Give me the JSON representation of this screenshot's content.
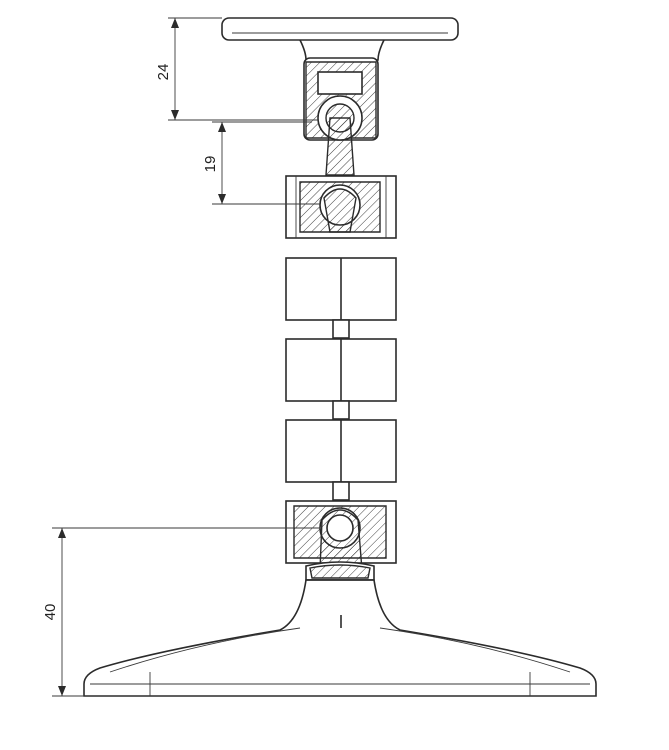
{
  "dimensions": {
    "top": "24",
    "middle": "19",
    "bottom": "40"
  },
  "colors": {
    "line": "#2b2b2b",
    "background": "#ffffff"
  }
}
